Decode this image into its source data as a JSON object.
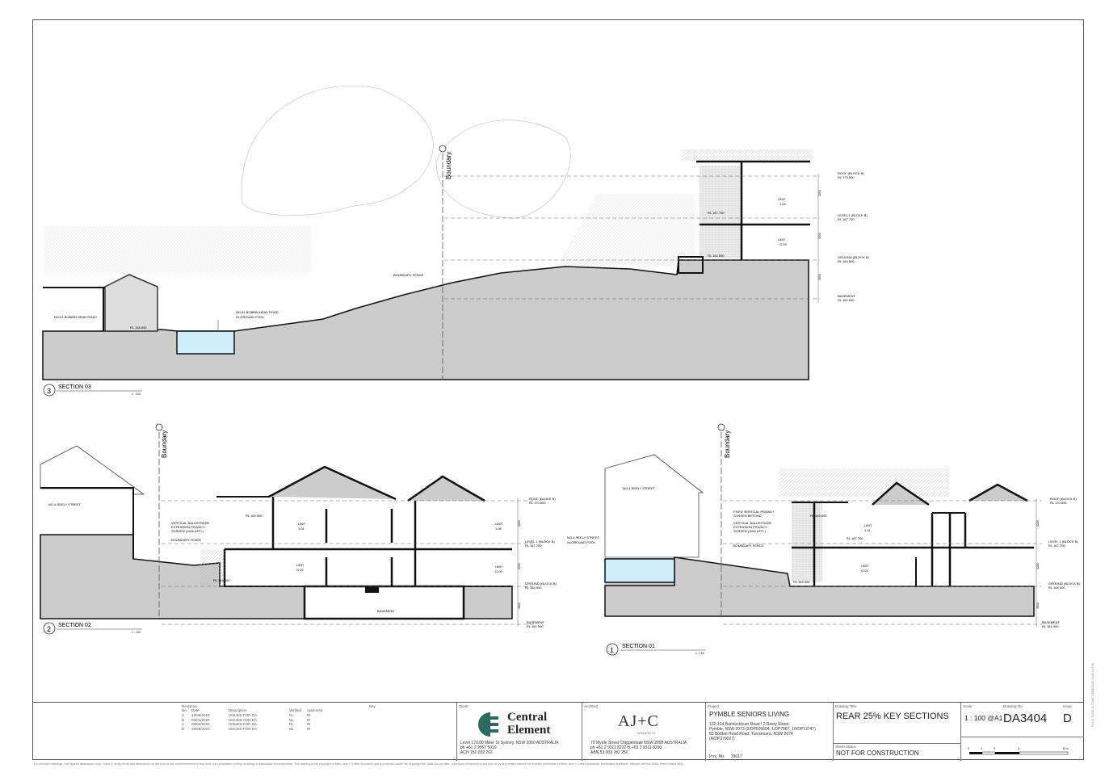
{
  "sections": {
    "s3": {
      "number": "3",
      "title": "SECTION 03",
      "scale": "1 : 100",
      "boundary": "Boundary",
      "neighbour_label": "NO.81 BOBBIN HEAD ROAD",
      "rl_left": "RL 158.550",
      "pool_note": [
        "NO.81 BOBBIN HEAD ROAD",
        "IN-GROUND POOL"
      ],
      "fence": "BOUNDARY FENCE",
      "rl_ground": "RL 164.500",
      "rl_level1": "RL 167.700",
      "unit_upper": [
        "UNIT",
        "1.02"
      ],
      "unit_lower": [
        "UNIT",
        "G.05"
      ],
      "levels": [
        {
          "name": "ROOF (BLOCK B)",
          "rl": "RL 170.500"
        },
        {
          "name": "LEVEL 1 (BLOCK B)",
          "rl": "RL 167.700"
        },
        {
          "name": "GROUND (BLOCK B)",
          "rl": "RL 164.500"
        },
        {
          "name": "BASEMENT",
          "rl": "RL 161.500"
        }
      ],
      "dims": [
        "3200",
        "3200",
        "3000"
      ]
    },
    "s2": {
      "number": "2",
      "title": "SECTION 02",
      "scale": "1 : 100",
      "boundary": "Boundary",
      "neighbour_label": "NO.4 REELY STREET",
      "notes": [
        "VERTICAL BALUSTRADE",
        "EXTENSION PRIVACY",
        "SCREEN (1600 AFFL)",
        "BOUNDARY FENCE"
      ],
      "rl_a": "RL 169.500",
      "rl_b": "RL 164.500",
      "unit_upper": [
        "UNIT",
        "1.01"
      ],
      "unit_lower": [
        "UNIT",
        "G.02"
      ],
      "unit_right_upper": [
        "UNIT",
        "1.08"
      ],
      "unit_right_lower": [
        "UNIT",
        "G.05"
      ],
      "basement": "BASEMENT",
      "levels": [
        {
          "name": "ROOF (BLOCK B)",
          "rl": "RL 170.500"
        },
        {
          "name": "LEVEL 1 (BLOCK B)",
          "rl": "RL 167.700"
        },
        {
          "name": "GROUND (BLOCK B)",
          "rl": "RL 164.500"
        },
        {
          "name": "BASEMENT",
          "rl": "RL 161.500"
        }
      ],
      "dims": [
        "3200",
        "3200",
        "3000"
      ]
    },
    "s1": {
      "number": "1",
      "title": "SECTION 01",
      "scale": "1 : 100",
      "boundary": "Boundary",
      "neighbour_label": "NO.4 REELY STREET",
      "pool_note": [
        "NO.4 REELY STREET",
        "IN-GROUND POOL"
      ],
      "notes": [
        "FIXED VERTICAL PRIVACY",
        "SCREEN BEYOND",
        "VERTICAL BALUSTRADE",
        "EXTENSION PRIVACY",
        "SCREEN (1600 AFFL)",
        "BOUNDARY FENCE"
      ],
      "rl_a": "RL 169.500",
      "rl_b": "RL 167.700",
      "rl_c": "RL 164.500",
      "unit_upper": [
        "UNIT",
        "1.01"
      ],
      "unit_lower": [
        "UNIT",
        "G.01"
      ],
      "levels": [
        {
          "name": "ROOF (BLOCK B)",
          "rl": "RL 170.500"
        },
        {
          "name": "LEVEL 1 (BLOCK B)",
          "rl": "RL 167.700"
        },
        {
          "name": "GROUND (BLOCK B)",
          "rl": "RL 164.500"
        },
        {
          "name": "BASEMENT",
          "rl": "RL 161.500"
        }
      ],
      "dims": [
        "3200",
        "3200",
        "3000"
      ]
    }
  },
  "title_block": {
    "revisions": {
      "label": "Revisions",
      "headers": [
        "No.",
        "Date",
        "Description",
        "Verified",
        "Approved"
      ],
      "rows": [
        [
          "A",
          "18/06/2019",
          "ISSUED FOR DA",
          "NL",
          "RI"
        ],
        [
          "B",
          "03/01/2020",
          "ISSUED FOR DA",
          "NL",
          "RI"
        ],
        [
          "C",
          "28/04/2020",
          "ISSUED FOR DA",
          "NL",
          "RI"
        ],
        [
          "D",
          "19/06/2020",
          "ISSUED FOR DA",
          "NL",
          "RI"
        ]
      ]
    },
    "key_label": "Key",
    "client_label": "Client",
    "client_name": [
      "Central",
      "Element"
    ],
    "client_address": [
      "Level 17/100 Miller St Sydney, NSW 2060 AUSTRALIA",
      "ph +61 2 9957 5019",
      "ACN 151 022 202"
    ],
    "architect_label": "Architect",
    "architect_logo": "AJ+C",
    "architect_sub": "ARCHITECTS",
    "architect_address": [
      "79 Myrtle Street Chippendale NSW 2008 AUSTRALIA",
      "ph +61 2 9311 8222 fx +61 2 9311 8200",
      "ABN 53 003 782 250"
    ],
    "project_label": "Project",
    "project_name": "PYMBLE SENIORS LIVING",
    "project_address": [
      "102-104 Bannockburn Road / 2 Reely Street,",
      "Pymble, NSW 2073 (2/DP509694, 1/DP7587, 10/DP13747)",
      "83 Bobbin Head Road, Turramurra, NSW 2074",
      "(A/DP370027)"
    ],
    "proj_no_label": "Proj. No.",
    "proj_no": "19017",
    "drawing_title_label": "Drawing Title",
    "drawing_title": "REAR 25% KEY SECTIONS",
    "sheet_status_label": "Sheet Status",
    "sheet_status": "NOT FOR CONSTRUCTION",
    "scale_label": "Scale",
    "scale": "1 : 100 @A1",
    "drawing_no_label": "Drawing No.",
    "drawing_no": "DA3404",
    "issue_label": "Issue",
    "issue": "D",
    "bar_ticks": [
      "0",
      "1",
      "2",
      "4",
      "8 m"
    ]
  },
  "footer_note": "Do not scale drawings. Use figured dimensions only. Check & verify levels and dimensions on site prior to the commencement of any work, the preparation of shop drawings or fabrication of components. This drawing is the copyright of Allen Jack + Cottier Architects and is protected under the Copyright Act 1968. Do not alter, reproduce or transmit in any form or by any means without the express permission of Allen Jack + Cottier Architects. Nominated Architects: Michael Heenan 5264, Peter Ireland 6661",
  "side_strip": "PLOT DATE & TIME  13/08/2020 3:59:29 PM",
  "colors": {
    "ground": "#cccccc",
    "pool": "#cfeef8",
    "line": "#111111",
    "faint": "#bbbbbb",
    "brand": "#2c6b60"
  }
}
